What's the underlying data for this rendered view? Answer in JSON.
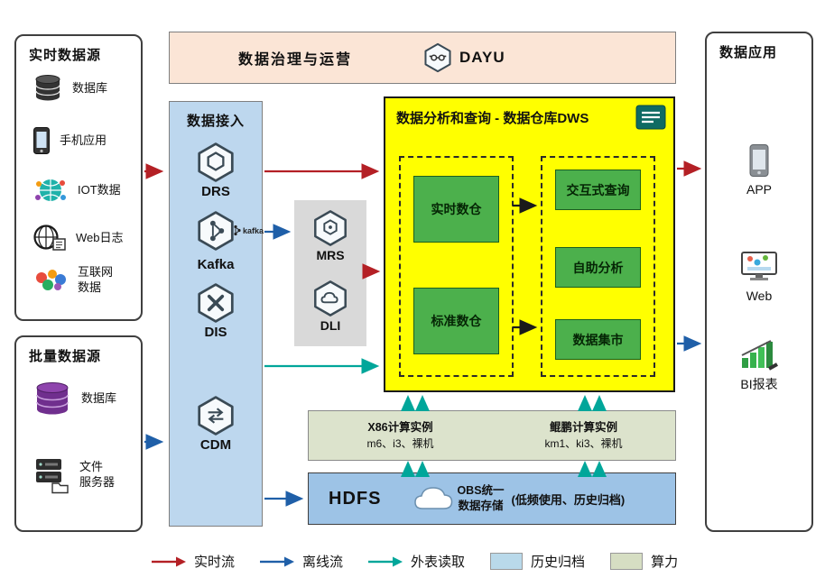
{
  "colors": {
    "realtime_flow": "#b42025",
    "offline_flow": "#1f5fa8",
    "external_read": "#00a69a",
    "dws_background": "#ffff00",
    "warehouse_green": "#4cb04c",
    "access_background": "#bdd7ee",
    "governance_background": "#fbe5d6",
    "middleware_background": "#d9d9d9",
    "hdfs_background": "#9dc3e6",
    "compute_background": "#dce3cc"
  },
  "governance": {
    "title": "数据治理与运营",
    "logo_text": "DAYU"
  },
  "realtime_sources": {
    "title": "实时数据源",
    "items": [
      {
        "label": "数据库",
        "icon": "database-icon"
      },
      {
        "label": "手机应用",
        "icon": "mobile-phone-icon"
      },
      {
        "label": "IOT数据",
        "icon": "iot-icon"
      },
      {
        "label": "Web日志",
        "icon": "web-log-icon"
      },
      {
        "label": "互联网\n数据",
        "icon": "internet-data-icon"
      }
    ]
  },
  "batch_sources": {
    "title": "批量数据源",
    "items": [
      {
        "label": "数据库",
        "icon": "database-stack-icon"
      },
      {
        "label": "文件\n服务器",
        "icon": "file-server-icon"
      }
    ]
  },
  "access": {
    "title": "数据接入",
    "services": [
      {
        "label": "DRS"
      },
      {
        "label": "Kafka",
        "logo_text": "kafka"
      },
      {
        "label": "DIS"
      },
      {
        "label": "CDM"
      }
    ]
  },
  "middleware": {
    "services": [
      {
        "label": "MRS"
      },
      {
        "label": "DLI"
      }
    ]
  },
  "dws": {
    "title": "数据分析和查询 - 数据仓库DWS",
    "warehouses": [
      {
        "label": "实时数仓"
      },
      {
        "label": "标准数仓"
      }
    ],
    "analytics": [
      {
        "label": "交互式查询"
      },
      {
        "label": "自助分析"
      },
      {
        "label": "数据集市"
      }
    ]
  },
  "compute": {
    "groups": [
      {
        "title": "X86计算实例",
        "subtitle": "m6、i3、裸机"
      },
      {
        "title": "鲲鹏计算实例",
        "subtitle": "km1、ki3、裸机"
      }
    ]
  },
  "storage": {
    "hdfs_label": "HDFS",
    "obs_label": "OBS统一\n数据存储",
    "note": "(低频使用、历史归档)"
  },
  "apps": {
    "title": "数据应用",
    "items": [
      {
        "label": "APP",
        "icon": "app-phone-icon"
      },
      {
        "label": "Web",
        "icon": "web-monitor-icon"
      },
      {
        "label": "BI报表",
        "icon": "bi-report-icon"
      }
    ]
  },
  "legend": {
    "items": [
      {
        "label": "实时流",
        "type": "arrow",
        "color": "#b42025"
      },
      {
        "label": "离线流",
        "type": "arrow",
        "color": "#1f5fa8"
      },
      {
        "label": "外表读取",
        "type": "arrow",
        "color": "#00a69a"
      },
      {
        "label": "历史归档",
        "type": "swatch",
        "color": "#b9d9ea"
      },
      {
        "label": "算力",
        "type": "swatch",
        "color": "#d6dec3"
      }
    ]
  }
}
